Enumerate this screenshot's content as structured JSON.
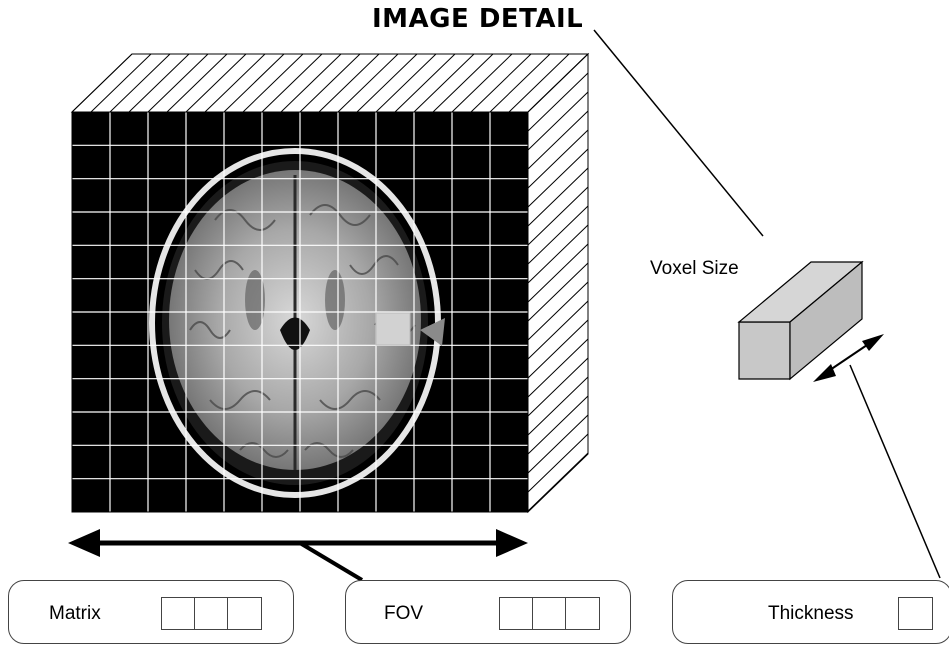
{
  "title": "IMAGE DETAIL",
  "voxel_label": "Voxel Size",
  "parameters": [
    {
      "label": "Matrix",
      "cell_count": 3
    },
    {
      "label": "FOV",
      "cell_count": 3
    },
    {
      "label": "Thickness",
      "cell_count": 1
    }
  ],
  "colors": {
    "line": "#000000",
    "grid": "#ffffff",
    "voxel_fill": "#c8c8c8",
    "highlight_voxel": "#d0d0d0"
  },
  "icons": {
    "brain_scan": "axial-mri-brain-slice",
    "voxel": "rectangular-prism"
  }
}
